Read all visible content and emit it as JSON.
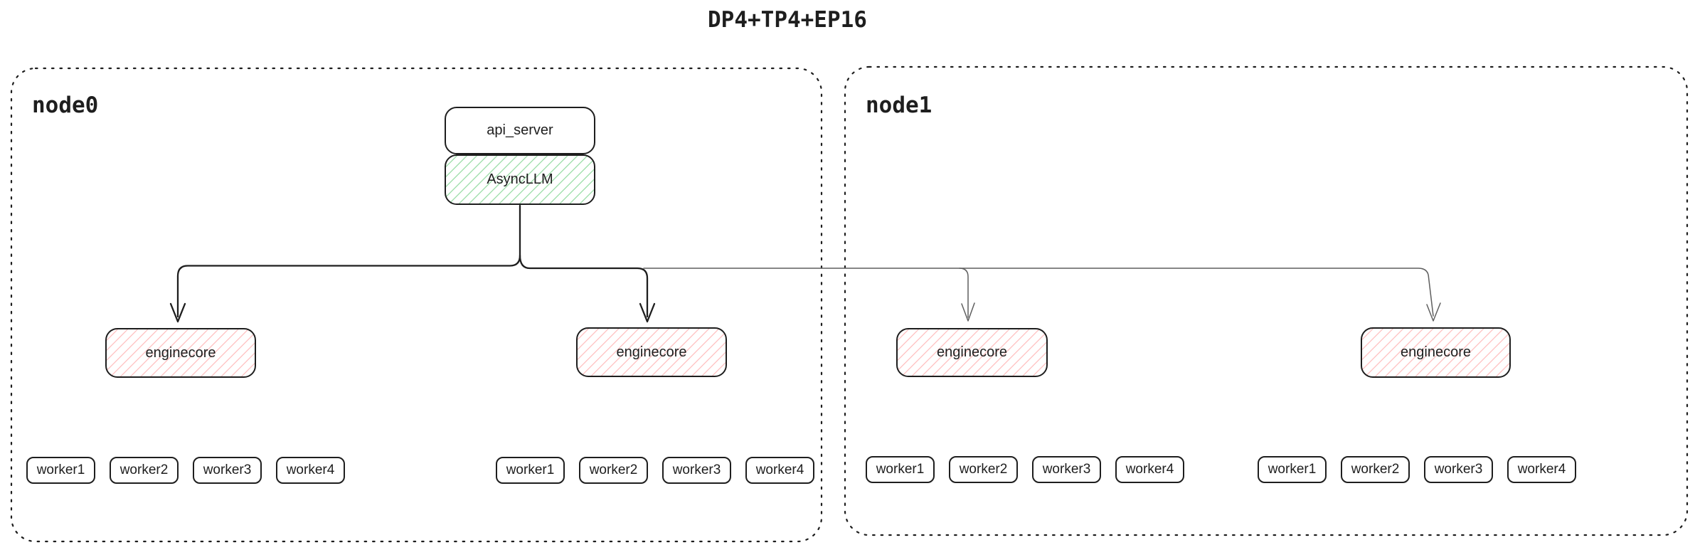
{
  "title": "DP4+TP4+EP16",
  "colors": {
    "stroke": "#1e1e1e",
    "async_llm_hatch_green": "#69db7c",
    "enginecore_hatch_red": "#ff8787",
    "thin_connector_gray": "#5f5f5f",
    "background": "#ffffff"
  },
  "nodes": [
    {
      "label": "node0",
      "api_server_label": "api_server",
      "async_llm_label": "AsyncLLM",
      "enginecores": [
        {
          "label": "enginecore",
          "workers": [
            "worker1",
            "worker2",
            "worker3",
            "worker4"
          ]
        },
        {
          "label": "enginecore",
          "workers": [
            "worker1",
            "worker2",
            "worker3",
            "worker4"
          ]
        }
      ]
    },
    {
      "label": "node1",
      "enginecores": [
        {
          "label": "enginecore",
          "workers": [
            "worker1",
            "worker2",
            "worker3",
            "worker4"
          ]
        },
        {
          "label": "enginecore",
          "workers": [
            "worker1",
            "worker2",
            "worker3",
            "worker4"
          ]
        }
      ]
    }
  ]
}
